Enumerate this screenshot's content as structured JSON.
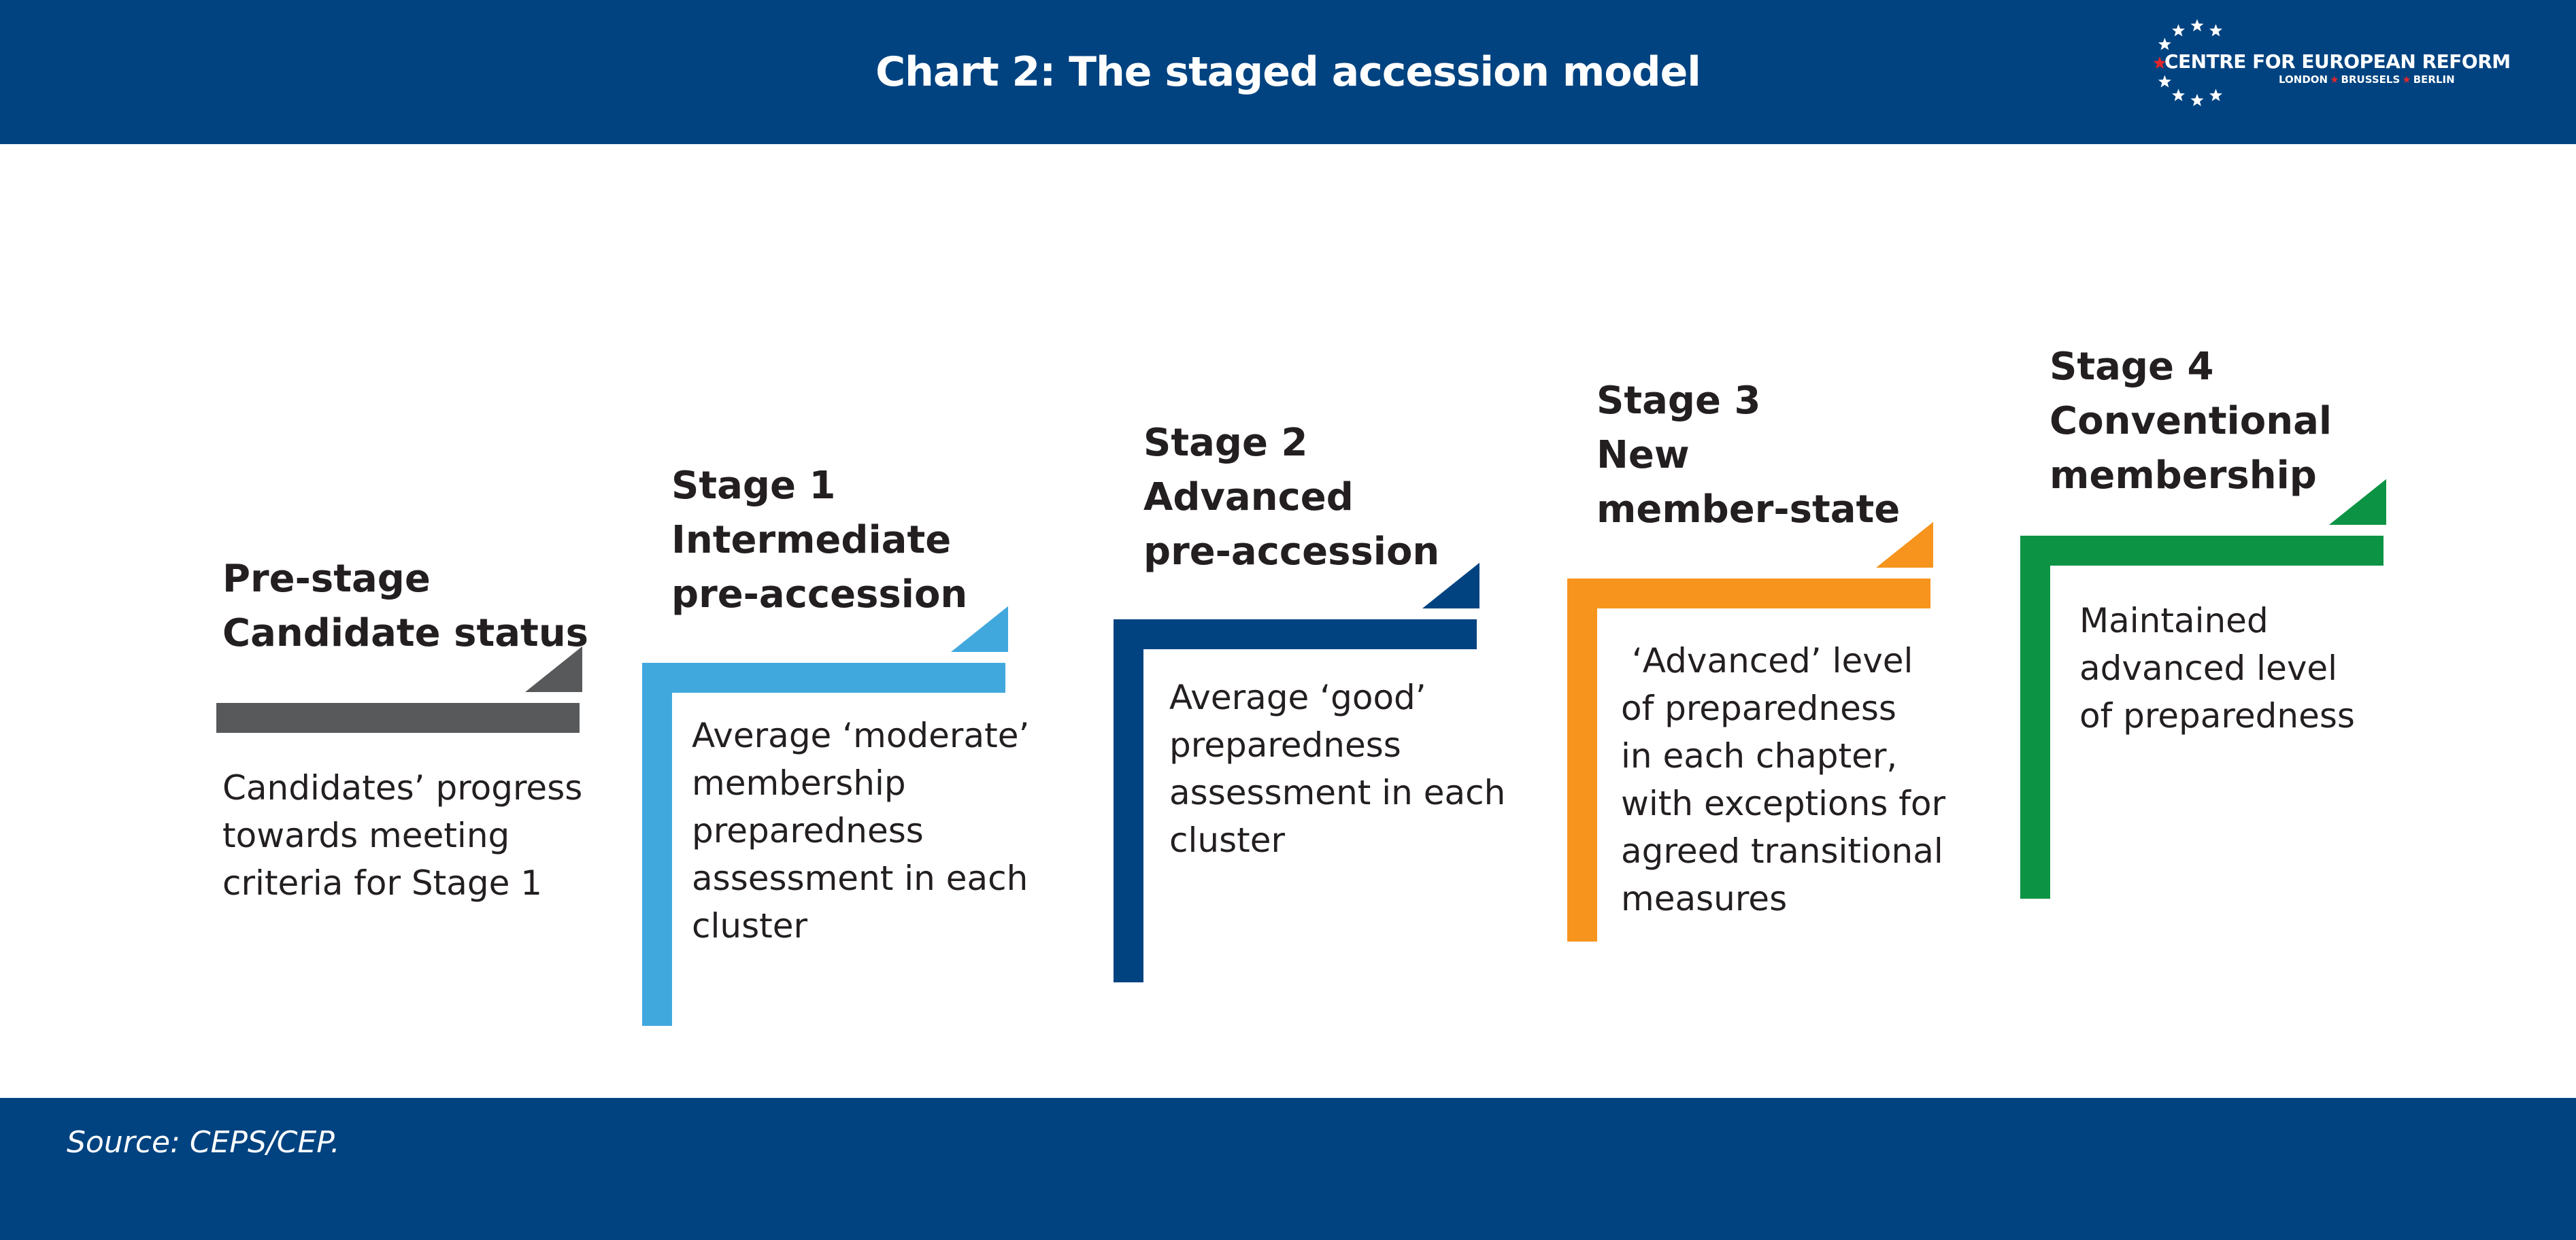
{
  "header": {
    "title": "Chart 2: The staged accession model",
    "logo": {
      "name": "CENTRE FOR EUROPEAN REFORM",
      "cities": [
        "LONDON",
        "BRUSSELS",
        "BERLIN"
      ]
    }
  },
  "stages": [
    {
      "title_lines": [
        "Pre-stage",
        "Candidate status"
      ],
      "desc_lines": [
        "Candidates’ progress",
        "towards meeting",
        "criteria for Stage 1"
      ],
      "color": "#58595b"
    },
    {
      "title_lines": [
        "Stage 1",
        "Intermediate",
        "pre-accession"
      ],
      "desc_lines": [
        "Average ‘moderate’",
        "membership",
        "preparedness",
        "assessment in each",
        "cluster"
      ],
      "color": "#41a8de"
    },
    {
      "title_lines": [
        "Stage 2",
        "Advanced",
        "pre-accession"
      ],
      "desc_lines": [
        "Average ‘good’",
        "preparedness",
        "assessment in each",
        "cluster"
      ],
      "color": "#004380"
    },
    {
      "title_lines": [
        "Stage 3",
        "New",
        "member-state"
      ],
      "desc_lines": [
        " ‘Advanced’ level",
        "of preparedness",
        "in each chapter,",
        "with exceptions for",
        "agreed transitional",
        "measures"
      ],
      "color": "#f7941d"
    },
    {
      "title_lines": [
        "Stage 4",
        "Conventional",
        "membership"
      ],
      "desc_lines": [
        "Maintained",
        "advanced level",
        "of preparedness"
      ],
      "color": "#0c9444"
    }
  ],
  "footer": {
    "source": "Source: CEPS/CEP."
  }
}
